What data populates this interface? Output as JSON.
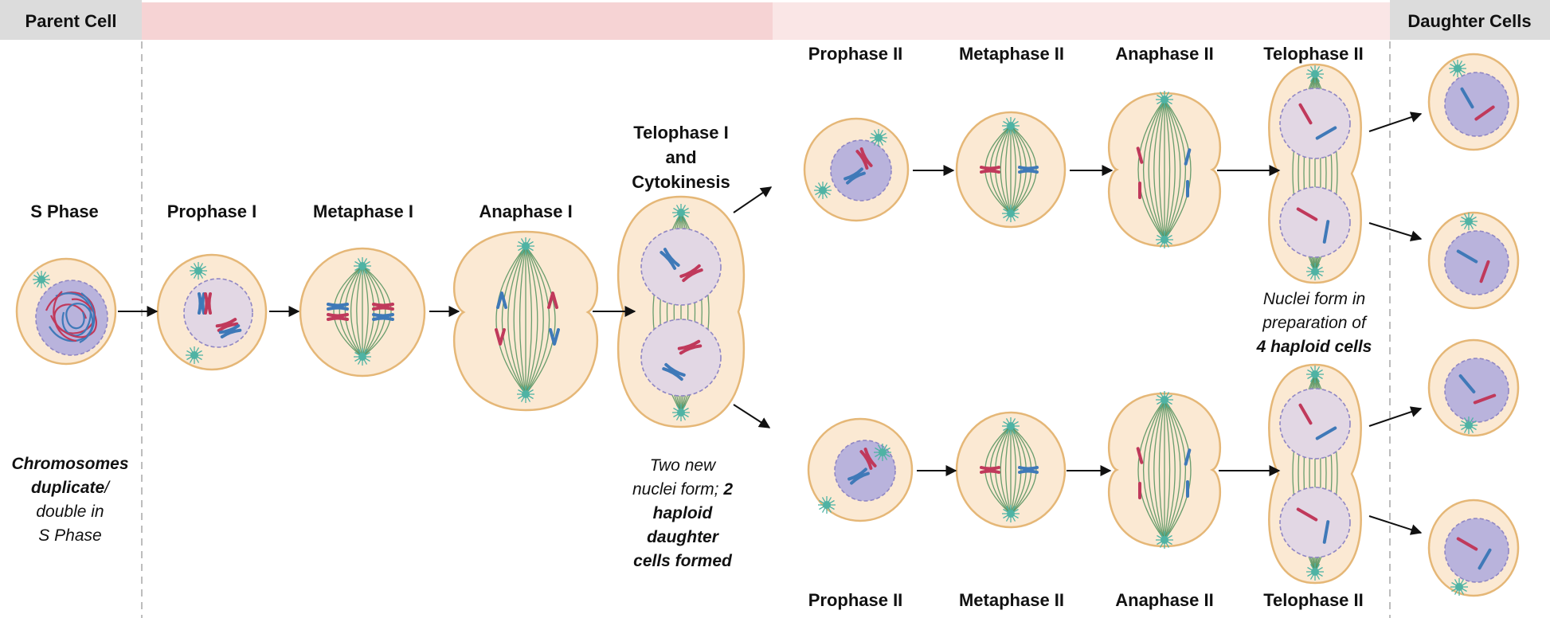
{
  "header": {
    "parent_label": "Parent Cell",
    "daughter_label": "Daughter Cells",
    "colors": {
      "gray": "#dcdcdc",
      "meiosis1": "#f6d3d4",
      "meiosis2": "#fae6e6"
    }
  },
  "stages": {
    "s_phase": "S Phase",
    "prophase1": "Prophase I",
    "metaphase1": "Metaphase I",
    "anaphase1": "Anaphase I",
    "telophase1": [
      "Telophase I",
      "and",
      "Cytokinesis"
    ],
    "prophase2": "Prophase II",
    "metaphase2": "Metaphase II",
    "anaphase2": "Anaphase II",
    "telophase2": "Telophase II"
  },
  "notes": {
    "s_phase": [
      {
        "parts": [
          {
            "t": "Chromosomes",
            "b": true
          }
        ]
      },
      {
        "parts": [
          {
            "t": "duplicate",
            "b": true
          },
          {
            "t": "/",
            "b": false
          }
        ]
      },
      {
        "parts": [
          {
            "t": "double in",
            "b": false
          }
        ]
      },
      {
        "parts": [
          {
            "t": "S Phase",
            "b": false
          }
        ]
      }
    ],
    "telophase1": [
      {
        "parts": [
          {
            "t": "Two new",
            "b": false
          }
        ]
      },
      {
        "parts": [
          {
            "t": "nuclei form; ",
            "b": false
          },
          {
            "t": "2",
            "b": true
          }
        ]
      },
      {
        "parts": [
          {
            "t": "haploid",
            "b": true
          }
        ]
      },
      {
        "parts": [
          {
            "t": "daughter",
            "b": true
          }
        ]
      },
      {
        "parts": [
          {
            "t": "cells formed",
            "b": true
          }
        ]
      }
    ],
    "telophase2": [
      {
        "parts": [
          {
            "t": "Nuclei form in",
            "b": false
          }
        ]
      },
      {
        "parts": [
          {
            "t": "preparation of",
            "b": false
          }
        ]
      },
      {
        "parts": [
          {
            "t": "4 haploid cells",
            "b": true
          }
        ]
      }
    ]
  },
  "colors": {
    "cytoplasm": "#fbe9d3",
    "cell_border": "#e5b777",
    "nucleus_light": "#e2d7e4",
    "nucleus_dark": "#b9b3dc",
    "nucleus_border": "#8f86c4",
    "chrom_red": "#c0395b",
    "chrom_blue": "#3f79b8",
    "spindle": "#4f8f5a",
    "centrosome": "#4fb3a4"
  }
}
